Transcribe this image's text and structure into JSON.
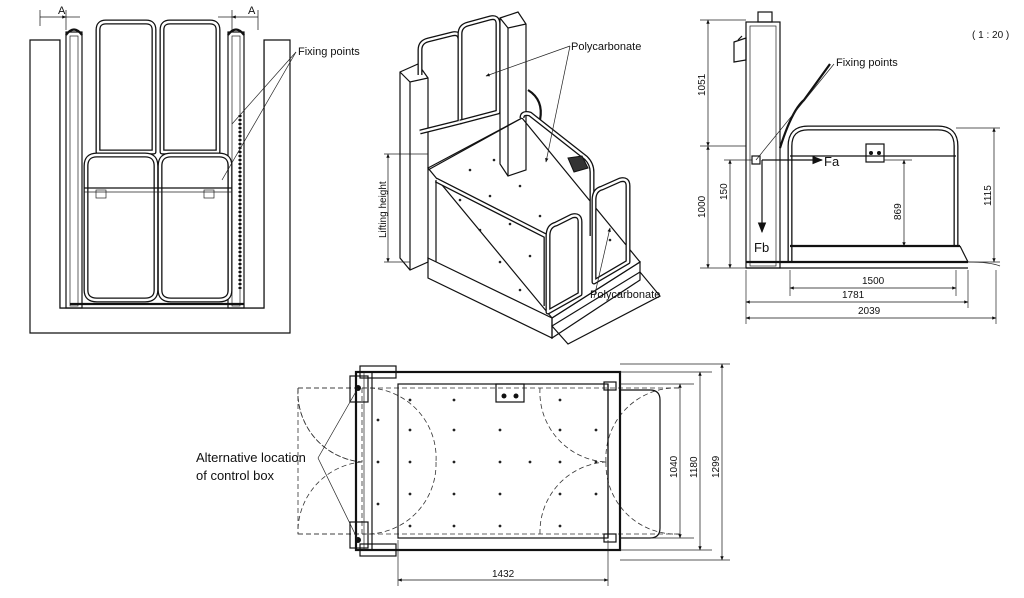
{
  "scale": "( 1 : 20 )",
  "front_view": {
    "dim_a_left": "A",
    "dim_a_right": "A",
    "fixing_points": "Fixing points"
  },
  "iso_view": {
    "polycarbonate_top": "Polycarbonate",
    "polycarbonate_bottom": "Polycarbonate",
    "lifting_height": "Lifting height"
  },
  "side_view": {
    "fixing_points": "Fixing points",
    "force_a": "Fa",
    "force_b": "Fb",
    "dims": {
      "h1051": "1051",
      "h1000": "1000",
      "h150": "150",
      "h869": "869",
      "h1115": "1115",
      "w1500": "1500",
      "w1781": "1781",
      "w2039": "2039"
    }
  },
  "plan_view": {
    "alt_location_line1": "Alternative location",
    "alt_location_line2": "of control box",
    "dims": {
      "w1432": "1432",
      "h1040": "1040",
      "h1180": "1180",
      "h1299": "1299"
    }
  }
}
